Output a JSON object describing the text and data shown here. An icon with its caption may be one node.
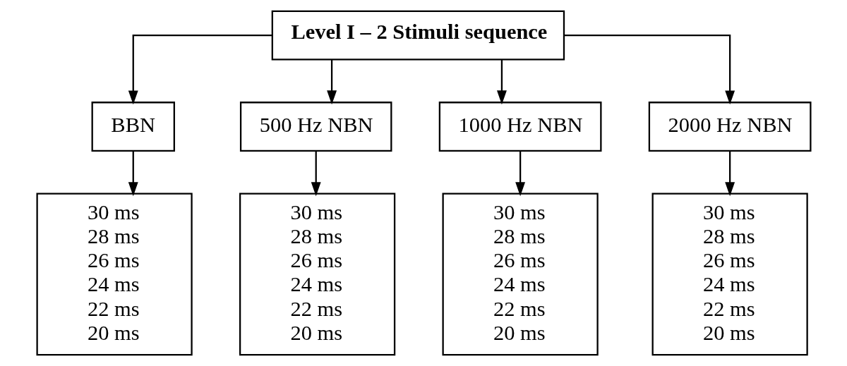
{
  "diagram": {
    "nodes": [
      {
        "text": [
          "Level I – 2 Stimuli sequence"
        ]
      },
      {
        "text": [
          "BBN"
        ]
      },
      {
        "text": [
          "500 Hz NBN"
        ]
      },
      {
        "text": [
          "1000 Hz NBN"
        ]
      },
      {
        "text": [
          "2000 Hz NBN"
        ]
      },
      {
        "text": [
          "30 ms",
          "28 ms",
          "26 ms",
          "24 ms",
          "22 ms",
          "20 ms"
        ]
      },
      {
        "text": [
          "30 ms",
          "28 ms",
          "26 ms",
          "24 ms",
          "22 ms",
          "20 ms"
        ]
      },
      {
        "text": [
          "30 ms",
          "28 ms",
          "26 ms",
          "24 ms",
          "22 ms",
          "20 ms"
        ]
      },
      {
        "text": [
          "30 ms",
          "28 ms",
          "26 ms",
          "24 ms",
          "22 ms",
          "20 ms"
        ]
      }
    ],
    "edges": [
      {
        "from": 0,
        "to": 1,
        "arrow": "to"
      },
      {
        "from": 0,
        "to": 2,
        "arrow": "to"
      },
      {
        "from": 0,
        "to": 3,
        "arrow": "to"
      },
      {
        "from": 0,
        "to": 4,
        "arrow": "to"
      },
      {
        "from": 1,
        "to": 5,
        "arrow": "to"
      },
      {
        "from": 2,
        "to": 6,
        "arrow": "to"
      },
      {
        "from": 3,
        "to": 7,
        "arrow": "to"
      },
      {
        "from": 4,
        "to": 8,
        "arrow": "to"
      }
    ]
  }
}
